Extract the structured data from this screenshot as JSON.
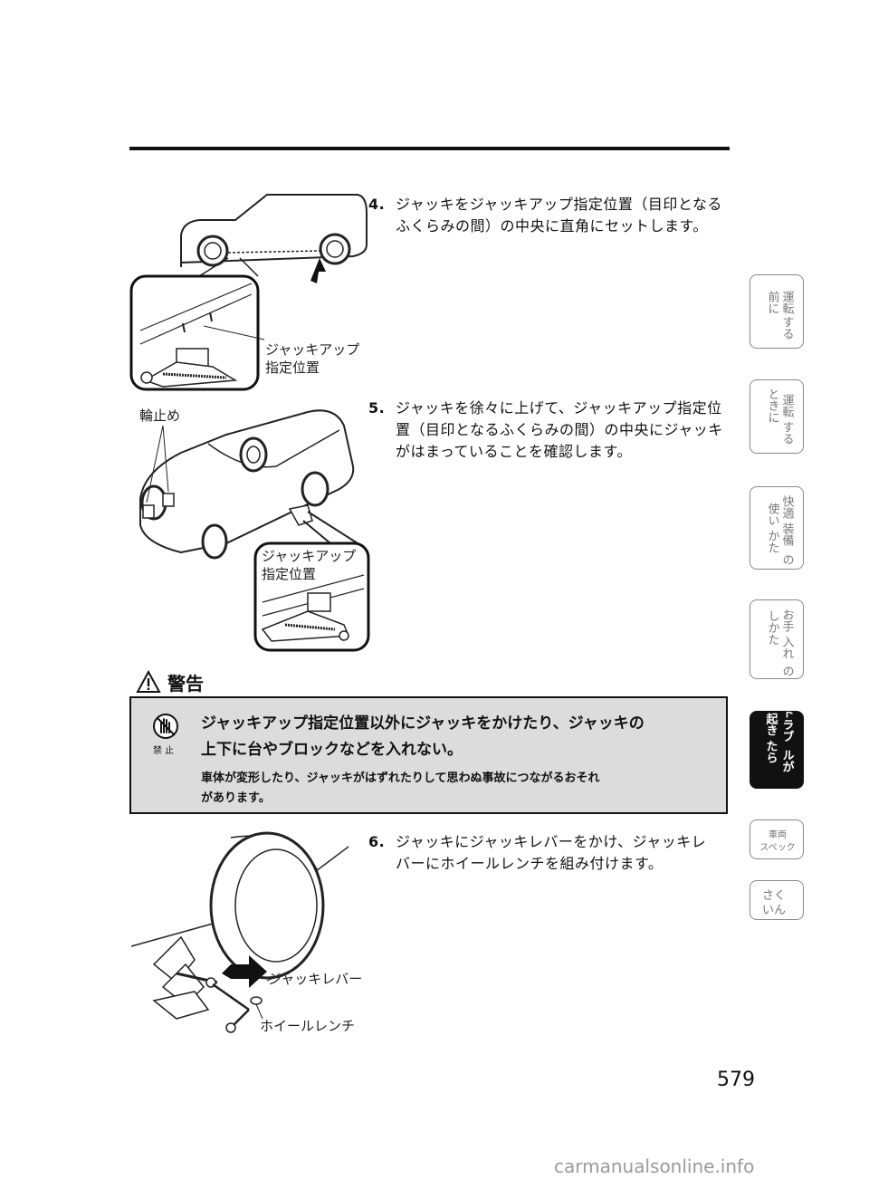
{
  "steps": [
    {
      "num": "4.",
      "lines": [
        "ジャッキをジャッキアップ指定位置（目印となる",
        "ふくらみの間）の中央に直角にセットします。"
      ]
    },
    {
      "num": "5.",
      "lines": [
        "ジャッキを徐々に上げて、ジャッキアップ指定位",
        "置（目印となるふくらみの間）の中央にジャッキ",
        "がはまっていることを確認します。"
      ]
    },
    {
      "num": "6.",
      "lines": [
        "ジャッキにジャッキレバーをかけ、ジャッキレ",
        "バーにホイールレンチを組み付けます。"
      ]
    }
  ],
  "figure_labels": {
    "jackup_point_1": [
      "ジャッキアップ",
      "指定位置"
    ],
    "wheel_chock": "輪止め",
    "jackup_point_2": [
      "ジャッキアップ",
      "指定位置"
    ],
    "jack_lever": "ジャッキレバー",
    "wheel_wrench": "ホイールレンチ"
  },
  "warning": {
    "title": "警告",
    "prohibition_label": "禁 止",
    "headline_lines": [
      "ジャッキアップ指定位置以外にジャッキをかけたり、ジャッキの",
      "上下に台やブロックなどを入れない。"
    ],
    "body_lines": [
      "車体が変形したり、ジャッキがはずれたりして思わぬ事故につながるおそれ",
      "があります。"
    ]
  },
  "tabs": [
    {
      "cols": [
        "運転",
        "前に",
        "する"
      ],
      "active": false
    },
    {
      "cols": [
        "運転",
        "ときに",
        "する"
      ],
      "active": false
    },
    {
      "cols": [
        "快適",
        "装備",
        "使い",
        "かた",
        "の"
      ],
      "active": false
    },
    {
      "cols": [
        "お手",
        "入れ",
        "しかた",
        "の"
      ],
      "active": false
    },
    {
      "cols": [
        "トラブ",
        "ルが",
        "起き",
        "たら"
      ],
      "active": true
    },
    {
      "cols": [
        "車両",
        "スペック"
      ],
      "active": false
    },
    {
      "cols": [
        "さく",
        "いん"
      ],
      "active": false
    }
  ],
  "page_number": "579",
  "watermark": "carmanualsonline.info"
}
